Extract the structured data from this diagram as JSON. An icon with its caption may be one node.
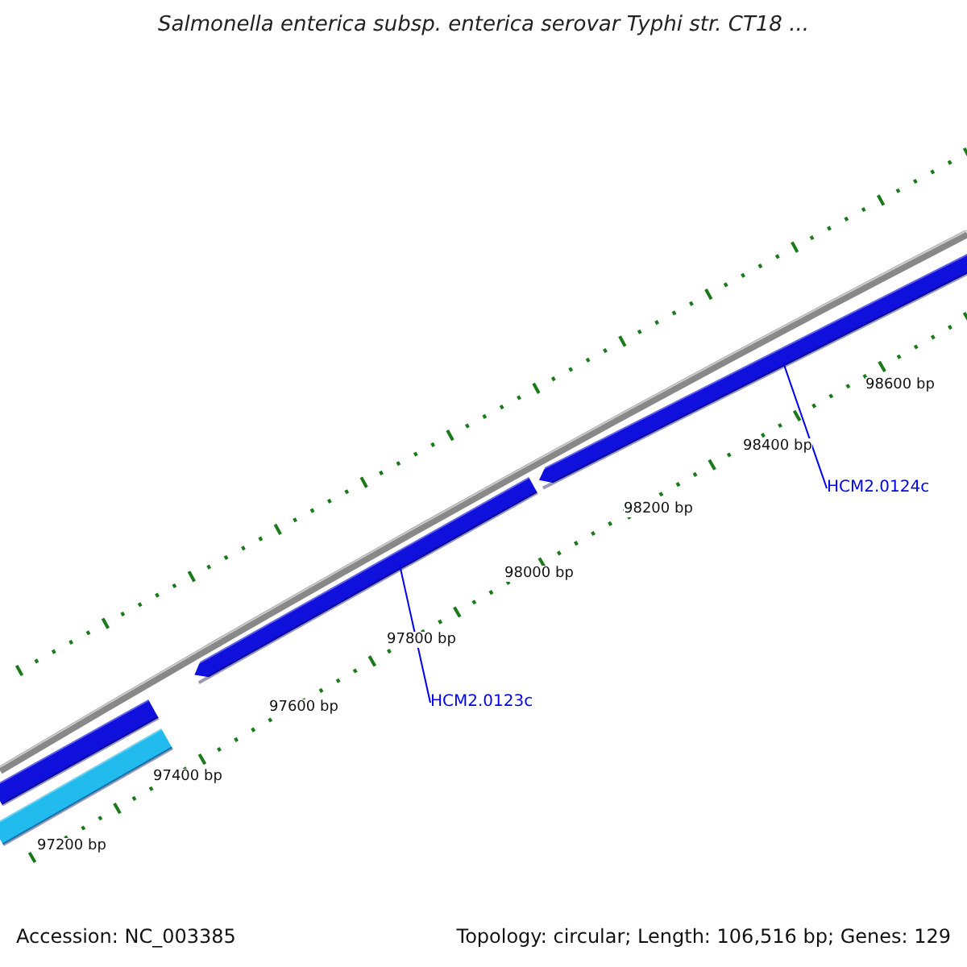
{
  "diagram": {
    "title": "Salmonella enterica subsp. enterica serovar Typhi str. CT18 ...",
    "nodes": [
      {
        "text": [],
        "shape": "bar"
      },
      {
        "text": [],
        "shape": "bar"
      },
      {
        "text": [
          "HCM2.0123c"
        ]
      },
      {
        "text": [],
        "shape": "bar"
      },
      {
        "text": [
          "HCM2.0124c"
        ]
      },
      {
        "text": [],
        "shape": "bar"
      }
    ],
    "edges": [
      {
        "from": 2,
        "to": 3,
        "arrow": "none"
      },
      {
        "from": 4,
        "to": 5,
        "arrow": "none"
      }
    ],
    "labels": [
      "98600 bp",
      "98400 bp",
      "98200 bp",
      "98000 bp",
      "97800 bp",
      "97600 bp",
      "97400 bp",
      "97200 bp",
      "Accession: NC_003385",
      "Topology: circular; Length: 106,516 bp; Genes: 129"
    ]
  }
}
